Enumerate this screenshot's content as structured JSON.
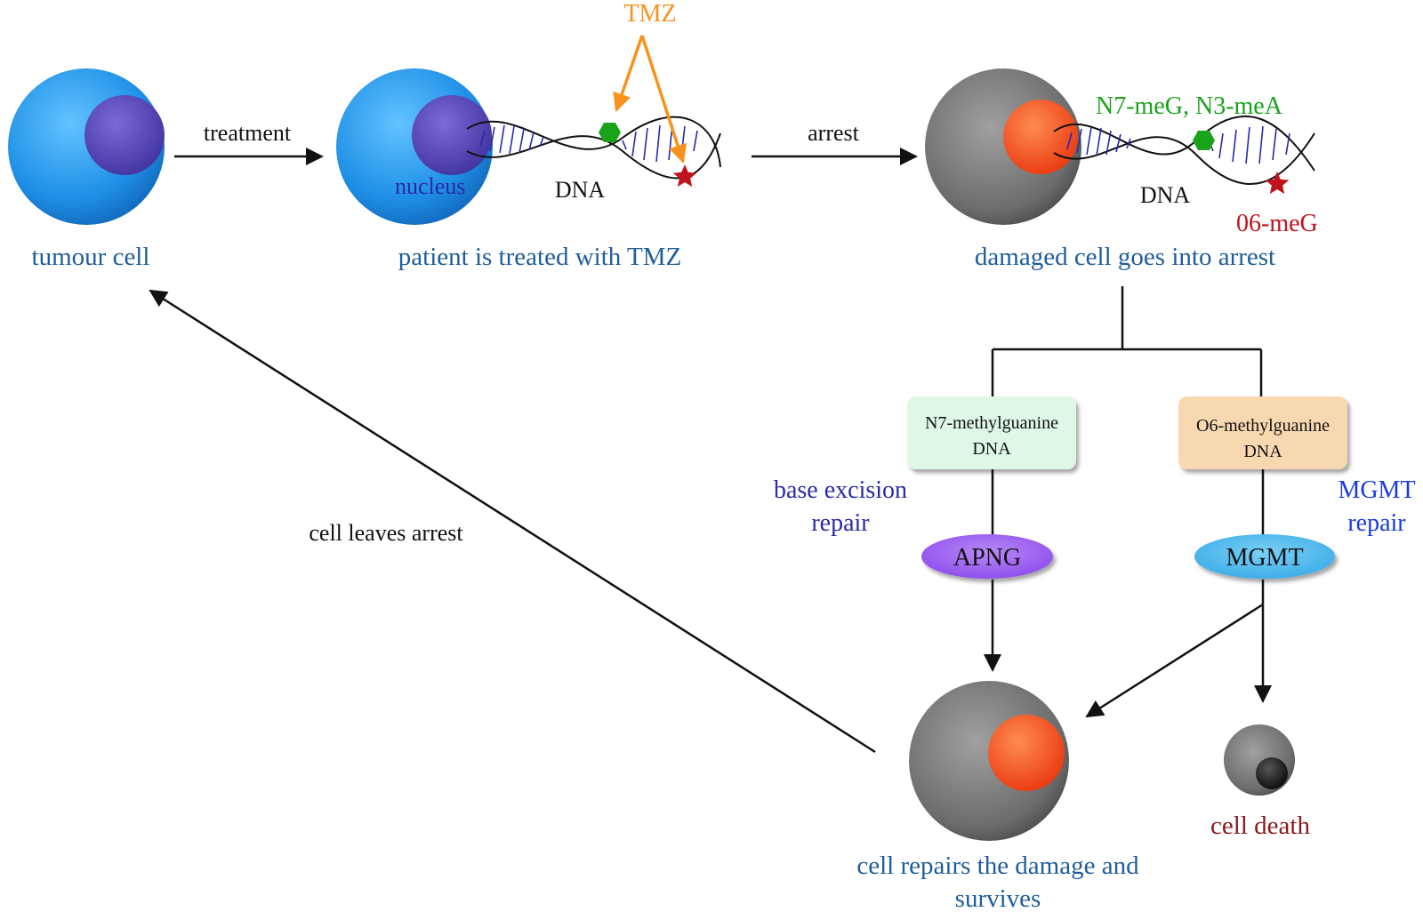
{
  "colors": {
    "caption": "#1f5d9a",
    "tmz": "#f7931e",
    "methyl_green": "#1aa31a",
    "damage_red": "#c0141c",
    "repair_blue": "#2a2aa6",
    "mgmt_blue": "#1a3ae0",
    "death_red": "#8b1a1a",
    "tumour_cell": "#1e8fe6",
    "nucleus": "#5a48b8",
    "damaged_cell": "#6d6d6d",
    "damaged_nucleus": "#ff5a1a",
    "n7_box": "#dff7e6",
    "o6_box": "#f8d8b0",
    "apng_ellipse": "#9b5cf0",
    "mgmt_ellipse": "#4ab8ec"
  },
  "icons": {
    "methyl_adduct": "green-hexagon-icon",
    "o6_lesion": "red-star-icon"
  },
  "stages": {
    "tumour_cell": "tumour cell",
    "treated": "patient is treated with TMZ",
    "arrest": "damaged cell goes into arrest",
    "survives_line1": "cell repairs the damage and",
    "survives_line2": "survives",
    "death": "cell death"
  },
  "arrows": {
    "treatment": "treatment",
    "arrest": "arrest",
    "leaves_arrest": "cell leaves arrest"
  },
  "labels": {
    "tmz": "TMZ",
    "nucleus": "nucleus",
    "dna": "DNA",
    "n7_n3": "N7-meG, N3-meA",
    "o6": "06-meG"
  },
  "pathways": {
    "n7": {
      "line1": "N7-methylguanine",
      "line2": "DNA",
      "repair_line1": "base excision",
      "repair_line2": "repair",
      "enzyme": "APNG"
    },
    "o6": {
      "line1": "O6-methylguanine",
      "line2": "DNA",
      "repair_line1": "MGMT",
      "repair_line2": "repair",
      "enzyme": "MGMT"
    }
  }
}
